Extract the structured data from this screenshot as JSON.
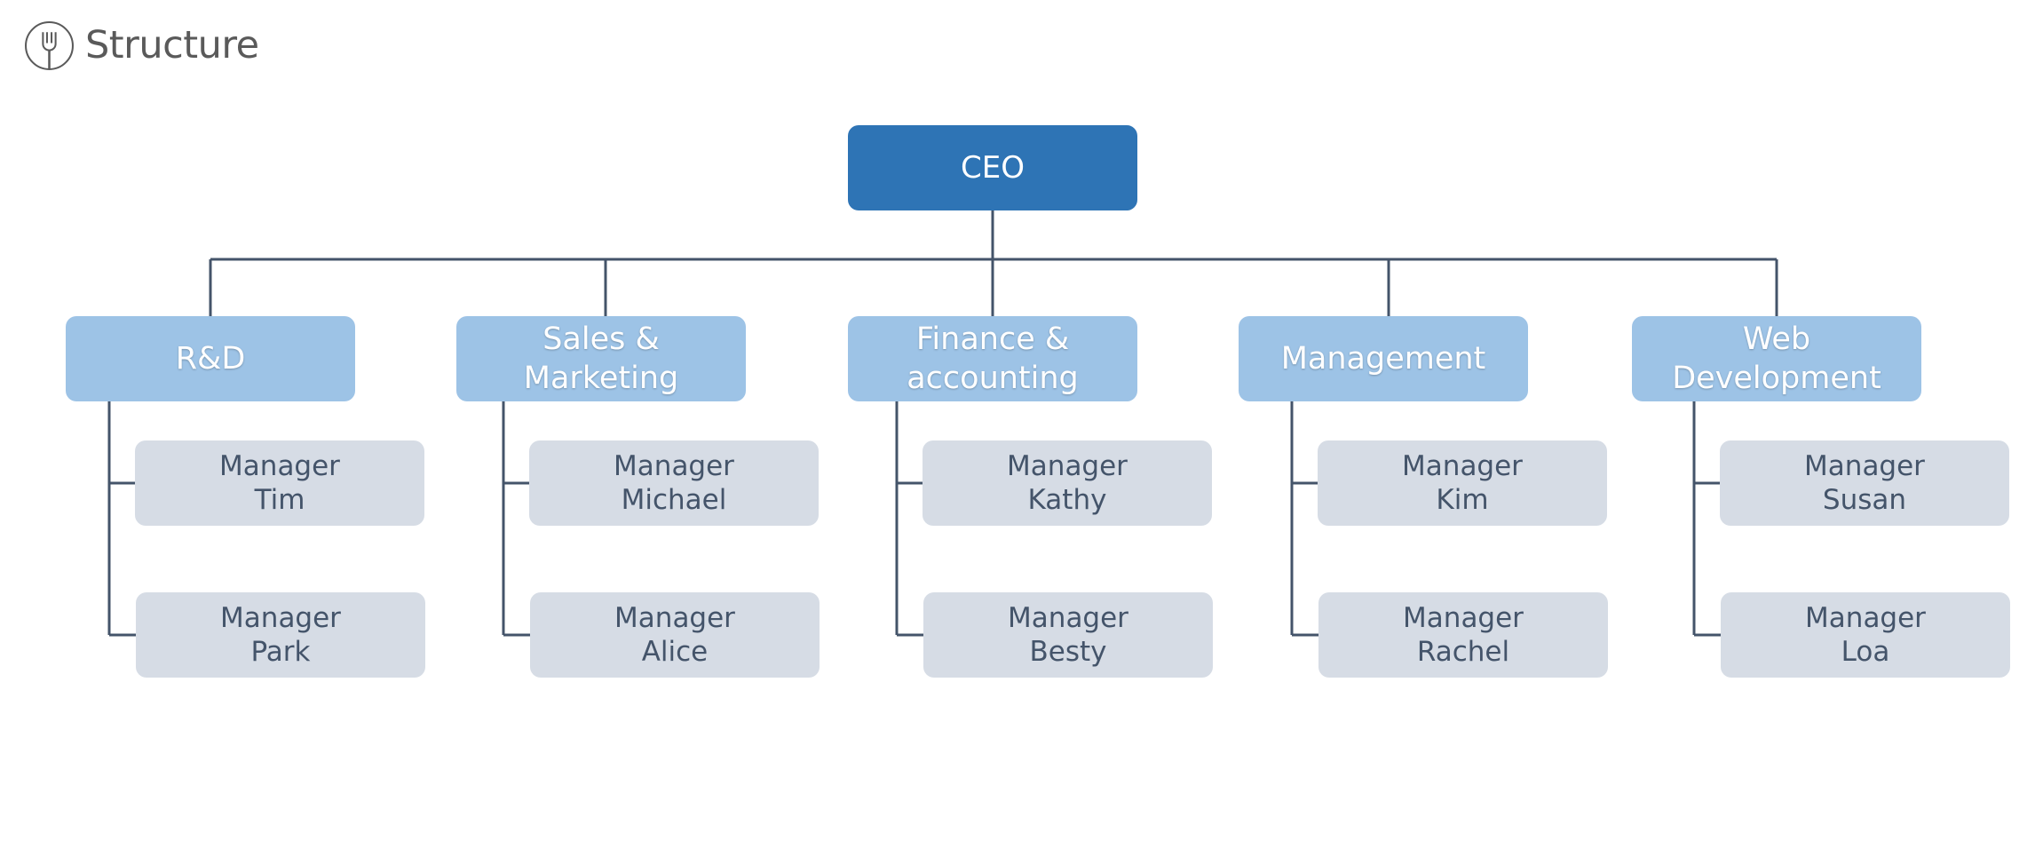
{
  "brand": {
    "logo_icon": "fork-in-circle-icon",
    "title": "Structure"
  },
  "ceo": {
    "label": "CEO"
  },
  "departments": [
    {
      "label": "R&D",
      "managers": [
        "Manager\nTim",
        "Manager\nPark"
      ]
    },
    {
      "label": "Sales &\nMarketing",
      "managers": [
        "Manager\nMichael",
        "Manager\nAlice"
      ]
    },
    {
      "label": "Finance &\naccounting",
      "managers": [
        "Manager\nKathy",
        "Manager\nBesty"
      ]
    },
    {
      "label": "Management",
      "managers": [
        "Manager\nKim",
        "Manager\nRachel"
      ]
    },
    {
      "label": "Web\nDevelopment",
      "managers": [
        "Manager\nSusan",
        "Manager\nLoa"
      ]
    }
  ],
  "colors": {
    "ceo_box": "#2e74b5",
    "department_box": "#9dc3e6",
    "manager_box": "#d6dce5",
    "connector": "#44546a",
    "brand_text": "#5a5a5a"
  }
}
